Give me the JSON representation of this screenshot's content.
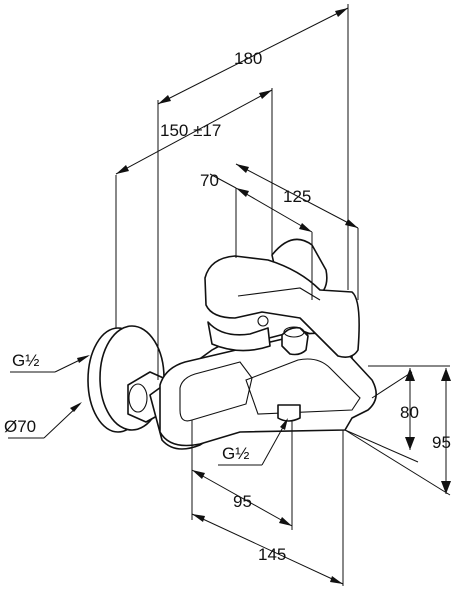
{
  "dimensions": {
    "overall_depth": "180",
    "depth_adjustable": "150 ±17",
    "lever_depth": "70",
    "spout_depth": "125",
    "height_spout": "80",
    "height_total": "95",
    "width_body": "95",
    "width_total": "145"
  },
  "connections": {
    "inlet_thread": "G½",
    "escutcheon_diameter": "Ø70",
    "outlet_thread": "G½"
  },
  "colors": {
    "line": "#111111",
    "background": "#ffffff"
  }
}
